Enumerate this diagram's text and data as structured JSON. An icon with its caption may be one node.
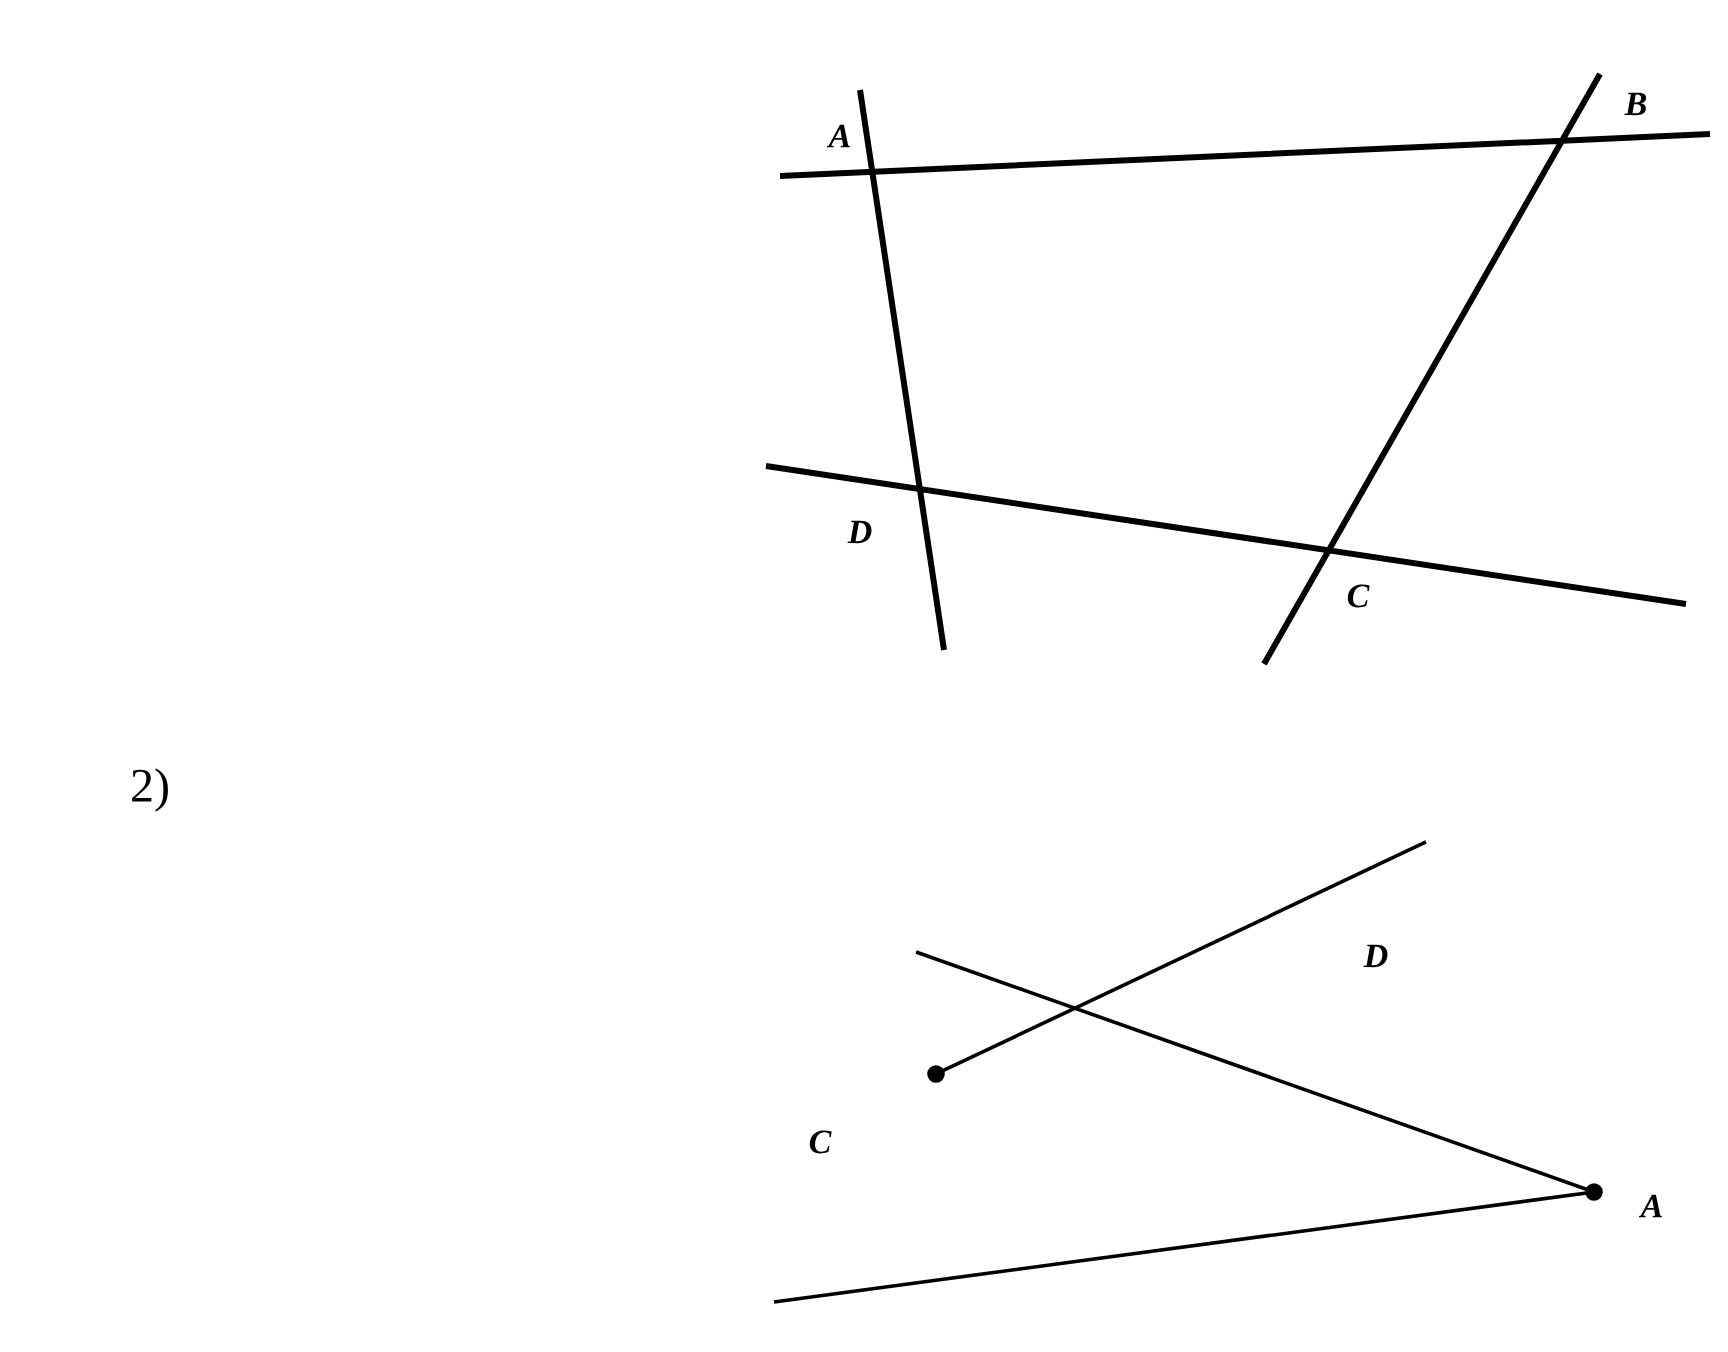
{
  "diagram": {
    "labels": [
      "A",
      "B",
      "D",
      "C",
      "2)",
      "D",
      "C",
      "A"
    ]
  }
}
